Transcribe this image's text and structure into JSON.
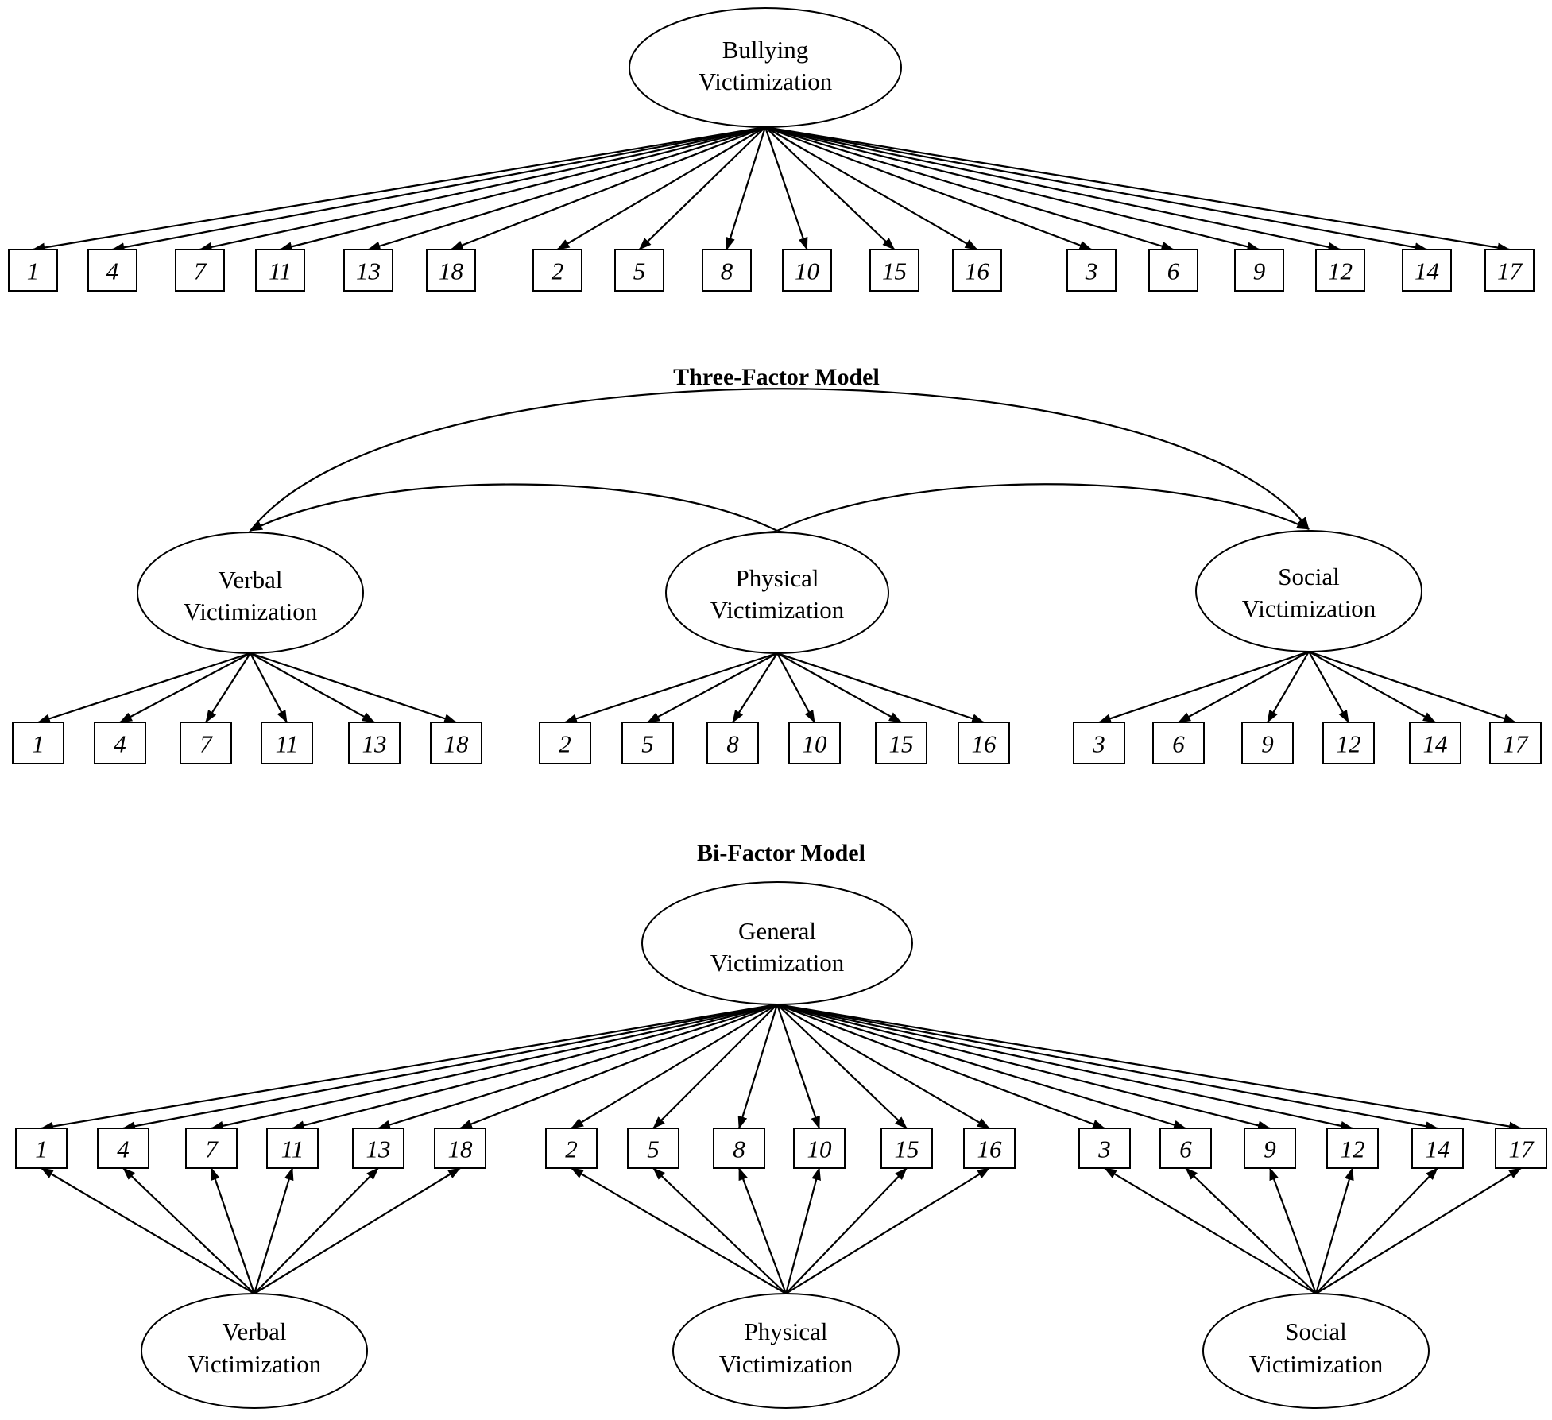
{
  "colors": {
    "ink": "#000000",
    "background": "#ffffff"
  },
  "models": [
    {
      "id": "one-factor",
      "title": "",
      "latents": [
        {
          "id": "bv",
          "lines": [
            "Bullying",
            "Victimization"
          ]
        }
      ],
      "items": [
        [
          "1",
          "4",
          "7",
          "11",
          "13",
          "18"
        ],
        [
          "2",
          "5",
          "8",
          "10",
          "15",
          "16"
        ],
        [
          "3",
          "6",
          "9",
          "12",
          "14",
          "17"
        ]
      ],
      "paths": [
        {
          "from": "bv",
          "to": "all-items"
        }
      ]
    },
    {
      "id": "three-factor",
      "title": "Three-Factor Model",
      "latents": [
        {
          "id": "verbal",
          "lines": [
            "Verbal",
            "Victimization"
          ]
        },
        {
          "id": "physical",
          "lines": [
            "Physical",
            "Victimization"
          ]
        },
        {
          "id": "social",
          "lines": [
            "Social",
            "Victimization"
          ]
        }
      ],
      "items": [
        [
          "1",
          "4",
          "7",
          "11",
          "13",
          "18"
        ],
        [
          "2",
          "5",
          "8",
          "10",
          "15",
          "16"
        ],
        [
          "3",
          "6",
          "9",
          "12",
          "14",
          "17"
        ]
      ],
      "paths": [
        {
          "from": "verbal",
          "to": "group-1"
        },
        {
          "from": "physical",
          "to": "group-2"
        },
        {
          "from": "social",
          "to": "group-3"
        }
      ],
      "covariances": [
        [
          "verbal",
          "physical"
        ],
        [
          "physical",
          "social"
        ],
        [
          "verbal",
          "social"
        ]
      ]
    },
    {
      "id": "bi-factor",
      "title": "Bi-Factor Model",
      "latents": [
        {
          "id": "general",
          "lines": [
            "General",
            "Victimization"
          ]
        },
        {
          "id": "verbal",
          "lines": [
            "Verbal",
            "Victimization"
          ]
        },
        {
          "id": "physical",
          "lines": [
            "Physical",
            "Victimization"
          ]
        },
        {
          "id": "social",
          "lines": [
            "Social",
            "Victimization"
          ]
        }
      ],
      "items": [
        [
          "1",
          "4",
          "7",
          "11",
          "13",
          "18"
        ],
        [
          "2",
          "5",
          "8",
          "10",
          "15",
          "16"
        ],
        [
          "3",
          "6",
          "9",
          "12",
          "14",
          "17"
        ]
      ],
      "paths": [
        {
          "from": "general",
          "to": "all-items"
        },
        {
          "from": "verbal",
          "to": "group-1"
        },
        {
          "from": "physical",
          "to": "group-2"
        },
        {
          "from": "social",
          "to": "group-3"
        }
      ]
    }
  ]
}
